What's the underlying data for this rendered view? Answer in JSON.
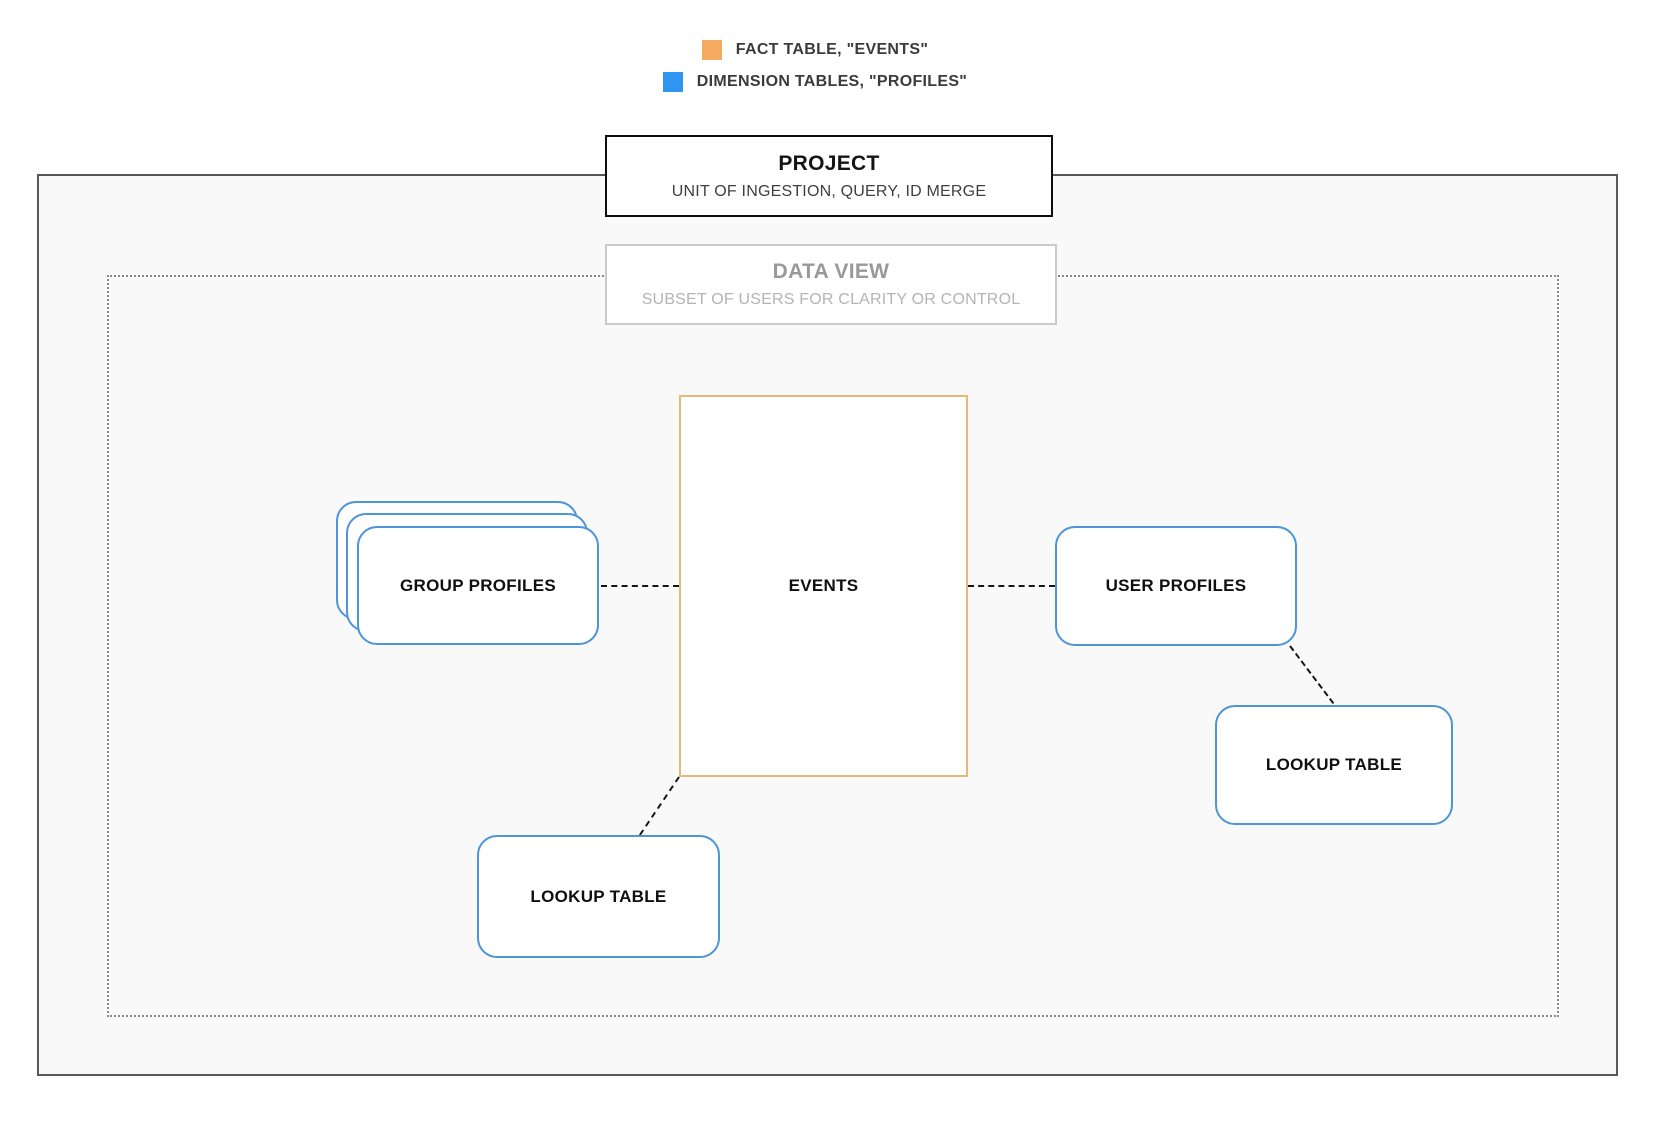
{
  "legend": {
    "items": [
      {
        "icon": "fact-swatch",
        "swatch_color": "#F5AB60",
        "label": "FACT TABLE, \"EVENTS\""
      },
      {
        "icon": "dimension-swatch",
        "swatch_color": "#2E96F1",
        "label": "DIMENSION TABLES, \"PROFILES\""
      }
    ]
  },
  "project": {
    "title": "PROJECT",
    "subtitle": "UNIT OF INGESTION, QUERY, ID MERGE"
  },
  "data_view": {
    "title": "DATA VIEW",
    "subtitle": "SUBSET OF USERS FOR CLARITY OR CONTROL"
  },
  "nodes": {
    "events": {
      "label": "EVENTS",
      "type": "fact"
    },
    "group_profiles": {
      "label": "GROUP PROFILES",
      "type": "dimension",
      "stacked": true
    },
    "user_profiles": {
      "label": "USER PROFILES",
      "type": "dimension"
    },
    "lookup_table_bottom": {
      "label": "LOOKUP TABLE",
      "type": "dimension"
    },
    "lookup_table_right": {
      "label": "LOOKUP TABLE",
      "type": "dimension"
    }
  },
  "colors": {
    "fact_accent": "#F5AB60",
    "dimension_accent": "#2E96F1",
    "fact_border": "#E8B77C",
    "dimension_border": "#4D94D8"
  }
}
